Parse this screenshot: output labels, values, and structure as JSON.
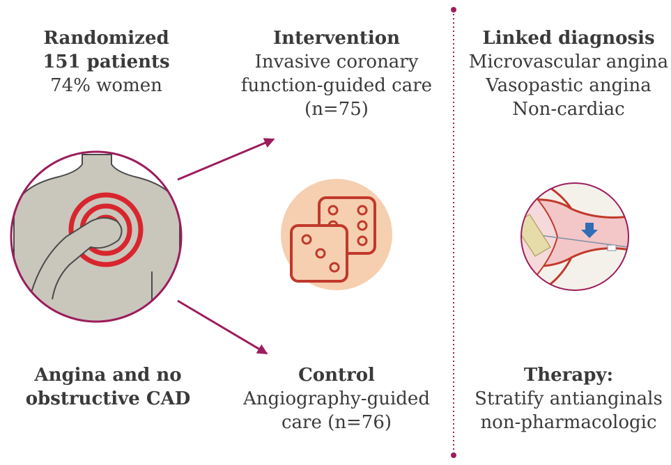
{
  "left": {
    "randomized": {
      "line1": "Randomized",
      "line2": "151 patients",
      "line3": "74% women"
    },
    "condition": {
      "line1": "Angina and no",
      "line2": "obstructive CAD"
    }
  },
  "middle": {
    "intervention": {
      "title": "Intervention",
      "line1": "Invasive coronary",
      "line2": "function-guided care",
      "line3": "(n=75)"
    },
    "control": {
      "title": "Control",
      "line1": "Angiography-guided",
      "line2": "care (n=76)"
    }
  },
  "right": {
    "diagnosis": {
      "title": "Linked diagnosis",
      "line1": "Microvascular angina",
      "line2": "Vasopastic angina",
      "line3": "Non-cardiac"
    },
    "therapy": {
      "title": "Therapy:",
      "line1": "Stratify antianginals",
      "line2": "non-pharmacologic"
    }
  },
  "colors": {
    "accent": "#9c1c5c",
    "text": "#3a3a3a",
    "red": "#d8252e",
    "skin": "#c9c6bc",
    "peach": "#f6cfb0",
    "dice_red": "#c0392b"
  },
  "icons": [
    "patient-chest-pain-icon",
    "dice-icon",
    "artery-catheter-icon"
  ]
}
